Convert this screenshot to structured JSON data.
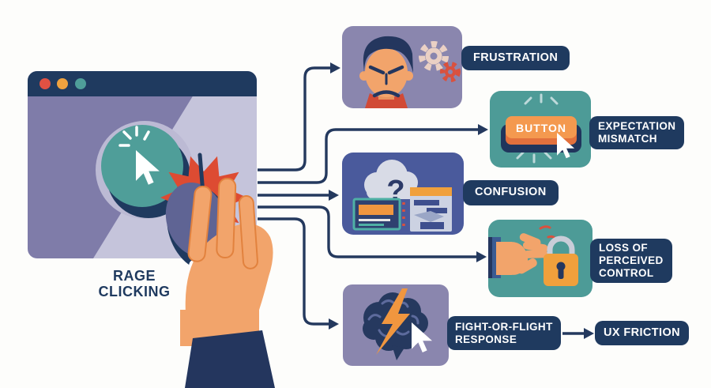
{
  "figure": {
    "caption_lines": [
      "RAGE",
      "CLICKING"
    ],
    "window": {
      "dot_colors": [
        "#e05143",
        "#efa23f",
        "#4f9e99"
      ]
    }
  },
  "nodes": [
    {
      "id": "frustration",
      "label": "FRUSTRATION",
      "icon": "angry-face-gears-icon",
      "box_color": "#8a86ae"
    },
    {
      "id": "expectation-mismatch",
      "label_lines": [
        "EXPECTATION",
        "MISMATCH"
      ],
      "icon": "button-click-icon",
      "box_color": "#4d9b97",
      "button_label": "BUTTON"
    },
    {
      "id": "confusion",
      "label": "CONFUSION",
      "icon": "cloud-question-icon",
      "box_color": "#4a5a9c",
      "question_mark": "?"
    },
    {
      "id": "loss-of-perceived-control",
      "label_lines": [
        "LOSS OF",
        "PERCEIVED",
        "CONTROL"
      ],
      "icon": "hand-padlock-icon",
      "box_color": "#4d9b97"
    },
    {
      "id": "fight-or-flight",
      "label_lines": [
        "FIGHT-OR-FLIGHT",
        "RESPONSE"
      ],
      "icon": "brain-lightning-icon",
      "box_color": "#8a86ae"
    }
  ],
  "outcome": {
    "label": "UX FRICTION"
  },
  "colors": {
    "navy": "#1f3a5f",
    "teal": "#4d9b97",
    "purple": "#8a86ae",
    "blue": "#4a5a9c",
    "orange": "#f0a03c",
    "red": "#dd4b32",
    "skin": "#f2a46b",
    "window_purple": "#7f7ca9",
    "window_light": "#c5c4db"
  }
}
